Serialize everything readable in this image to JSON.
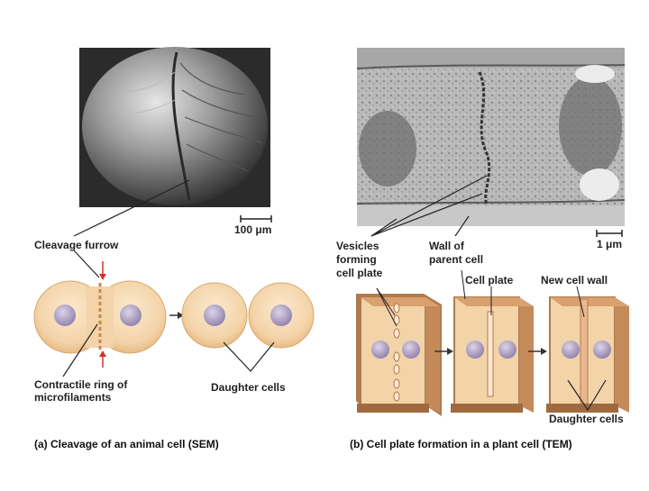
{
  "panel_a": {
    "caption": "(a) Cleavage of an animal cell (SEM)",
    "scale_bar": "100 μm",
    "labels": {
      "cleavage_furrow": "Cleavage furrow",
      "contractile_ring_line1": "Contractile ring of",
      "contractile_ring_line2": "microfilaments",
      "daughter_cells": "Daughter cells"
    }
  },
  "panel_b": {
    "caption": "(b) Cell plate formation in a plant cell (TEM)",
    "scale_bar": "1 μm",
    "labels": {
      "vesicles_line1": "Vesicles",
      "vesicles_line2": "forming",
      "vesicles_line3": "cell plate",
      "wall_line1": "Wall of",
      "wall_line2": "parent cell",
      "cell_plate": "Cell plate",
      "new_cell_wall": "New cell wall",
      "daughter_cells": "Daughter cells"
    }
  },
  "colors": {
    "cell_fill": "#f3d3a8",
    "cell_edge": "#d9a86c",
    "nucleus": "#a496b8",
    "plant_wall": "#b07a4e",
    "plant_wall_light": "#e8b890",
    "arrow_red": "#d03030"
  }
}
